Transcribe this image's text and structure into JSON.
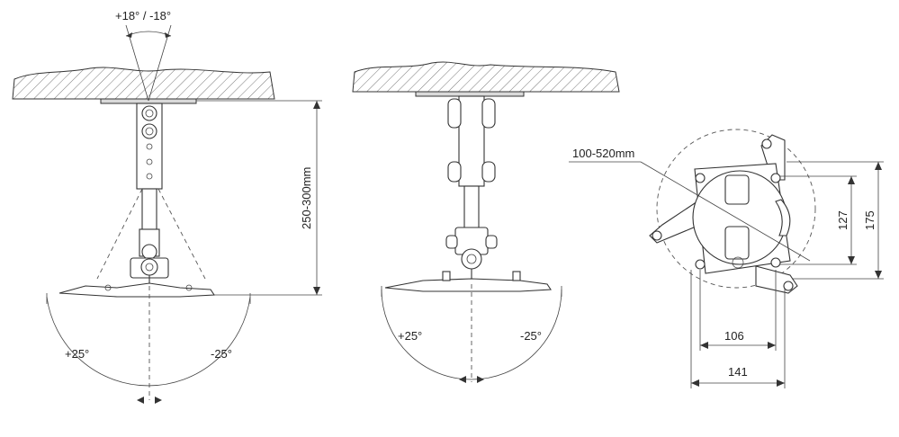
{
  "labels": {
    "tilt": "+18° / -18°",
    "height_range": "250-300mm",
    "left_rot_pos": "+25°",
    "left_rot_neg": "-25°",
    "mid_rot_pos": "+25°",
    "mid_rot_neg": "-25°",
    "projector_range": "100-520mm",
    "dim_106": "106",
    "dim_141": "141",
    "dim_127": "127",
    "dim_175": "175"
  },
  "colors": {
    "line": "#333333",
    "fill_grey": "#d9d9d9",
    "background": "#ffffff"
  }
}
